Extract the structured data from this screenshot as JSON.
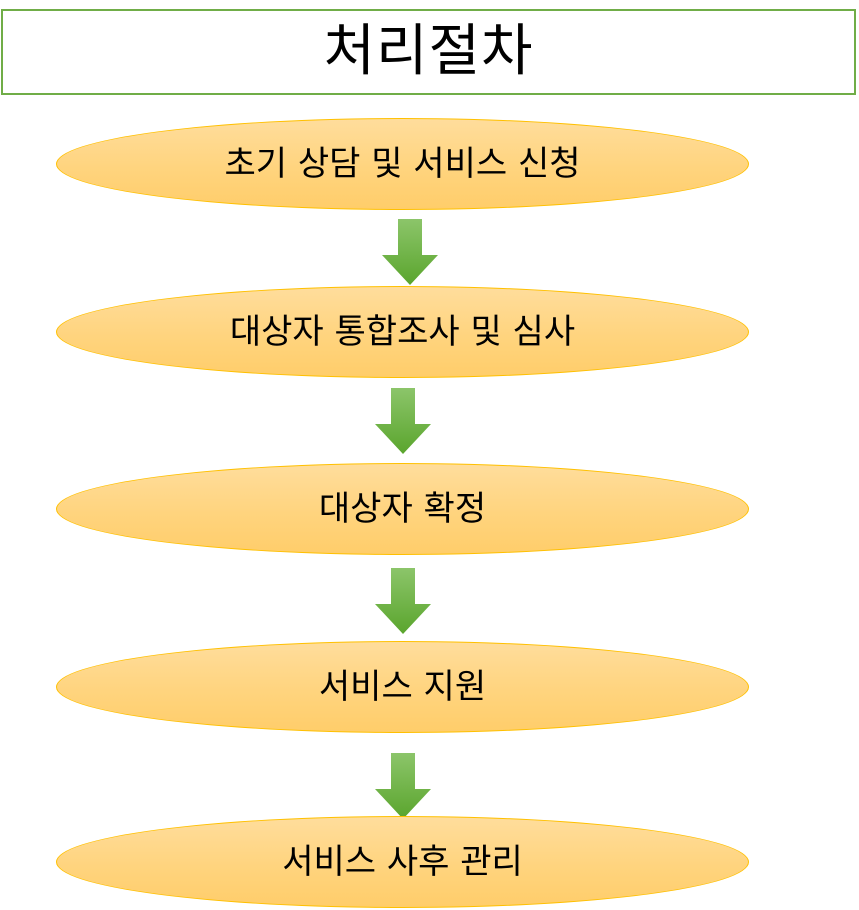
{
  "title": "처리절차",
  "steps": [
    {
      "label": "초기 상담 및 서비스 신청"
    },
    {
      "label": "대상자 통합조사 및 심사"
    },
    {
      "label": "대상자 확정"
    },
    {
      "label": "서비스 지원"
    },
    {
      "label": "서비스 사후 관리"
    }
  ],
  "colors": {
    "title_border": "#70ad47",
    "step_fill": "#ffd47e",
    "step_border": "#ffc000",
    "arrow_fill": "#6db33f"
  }
}
